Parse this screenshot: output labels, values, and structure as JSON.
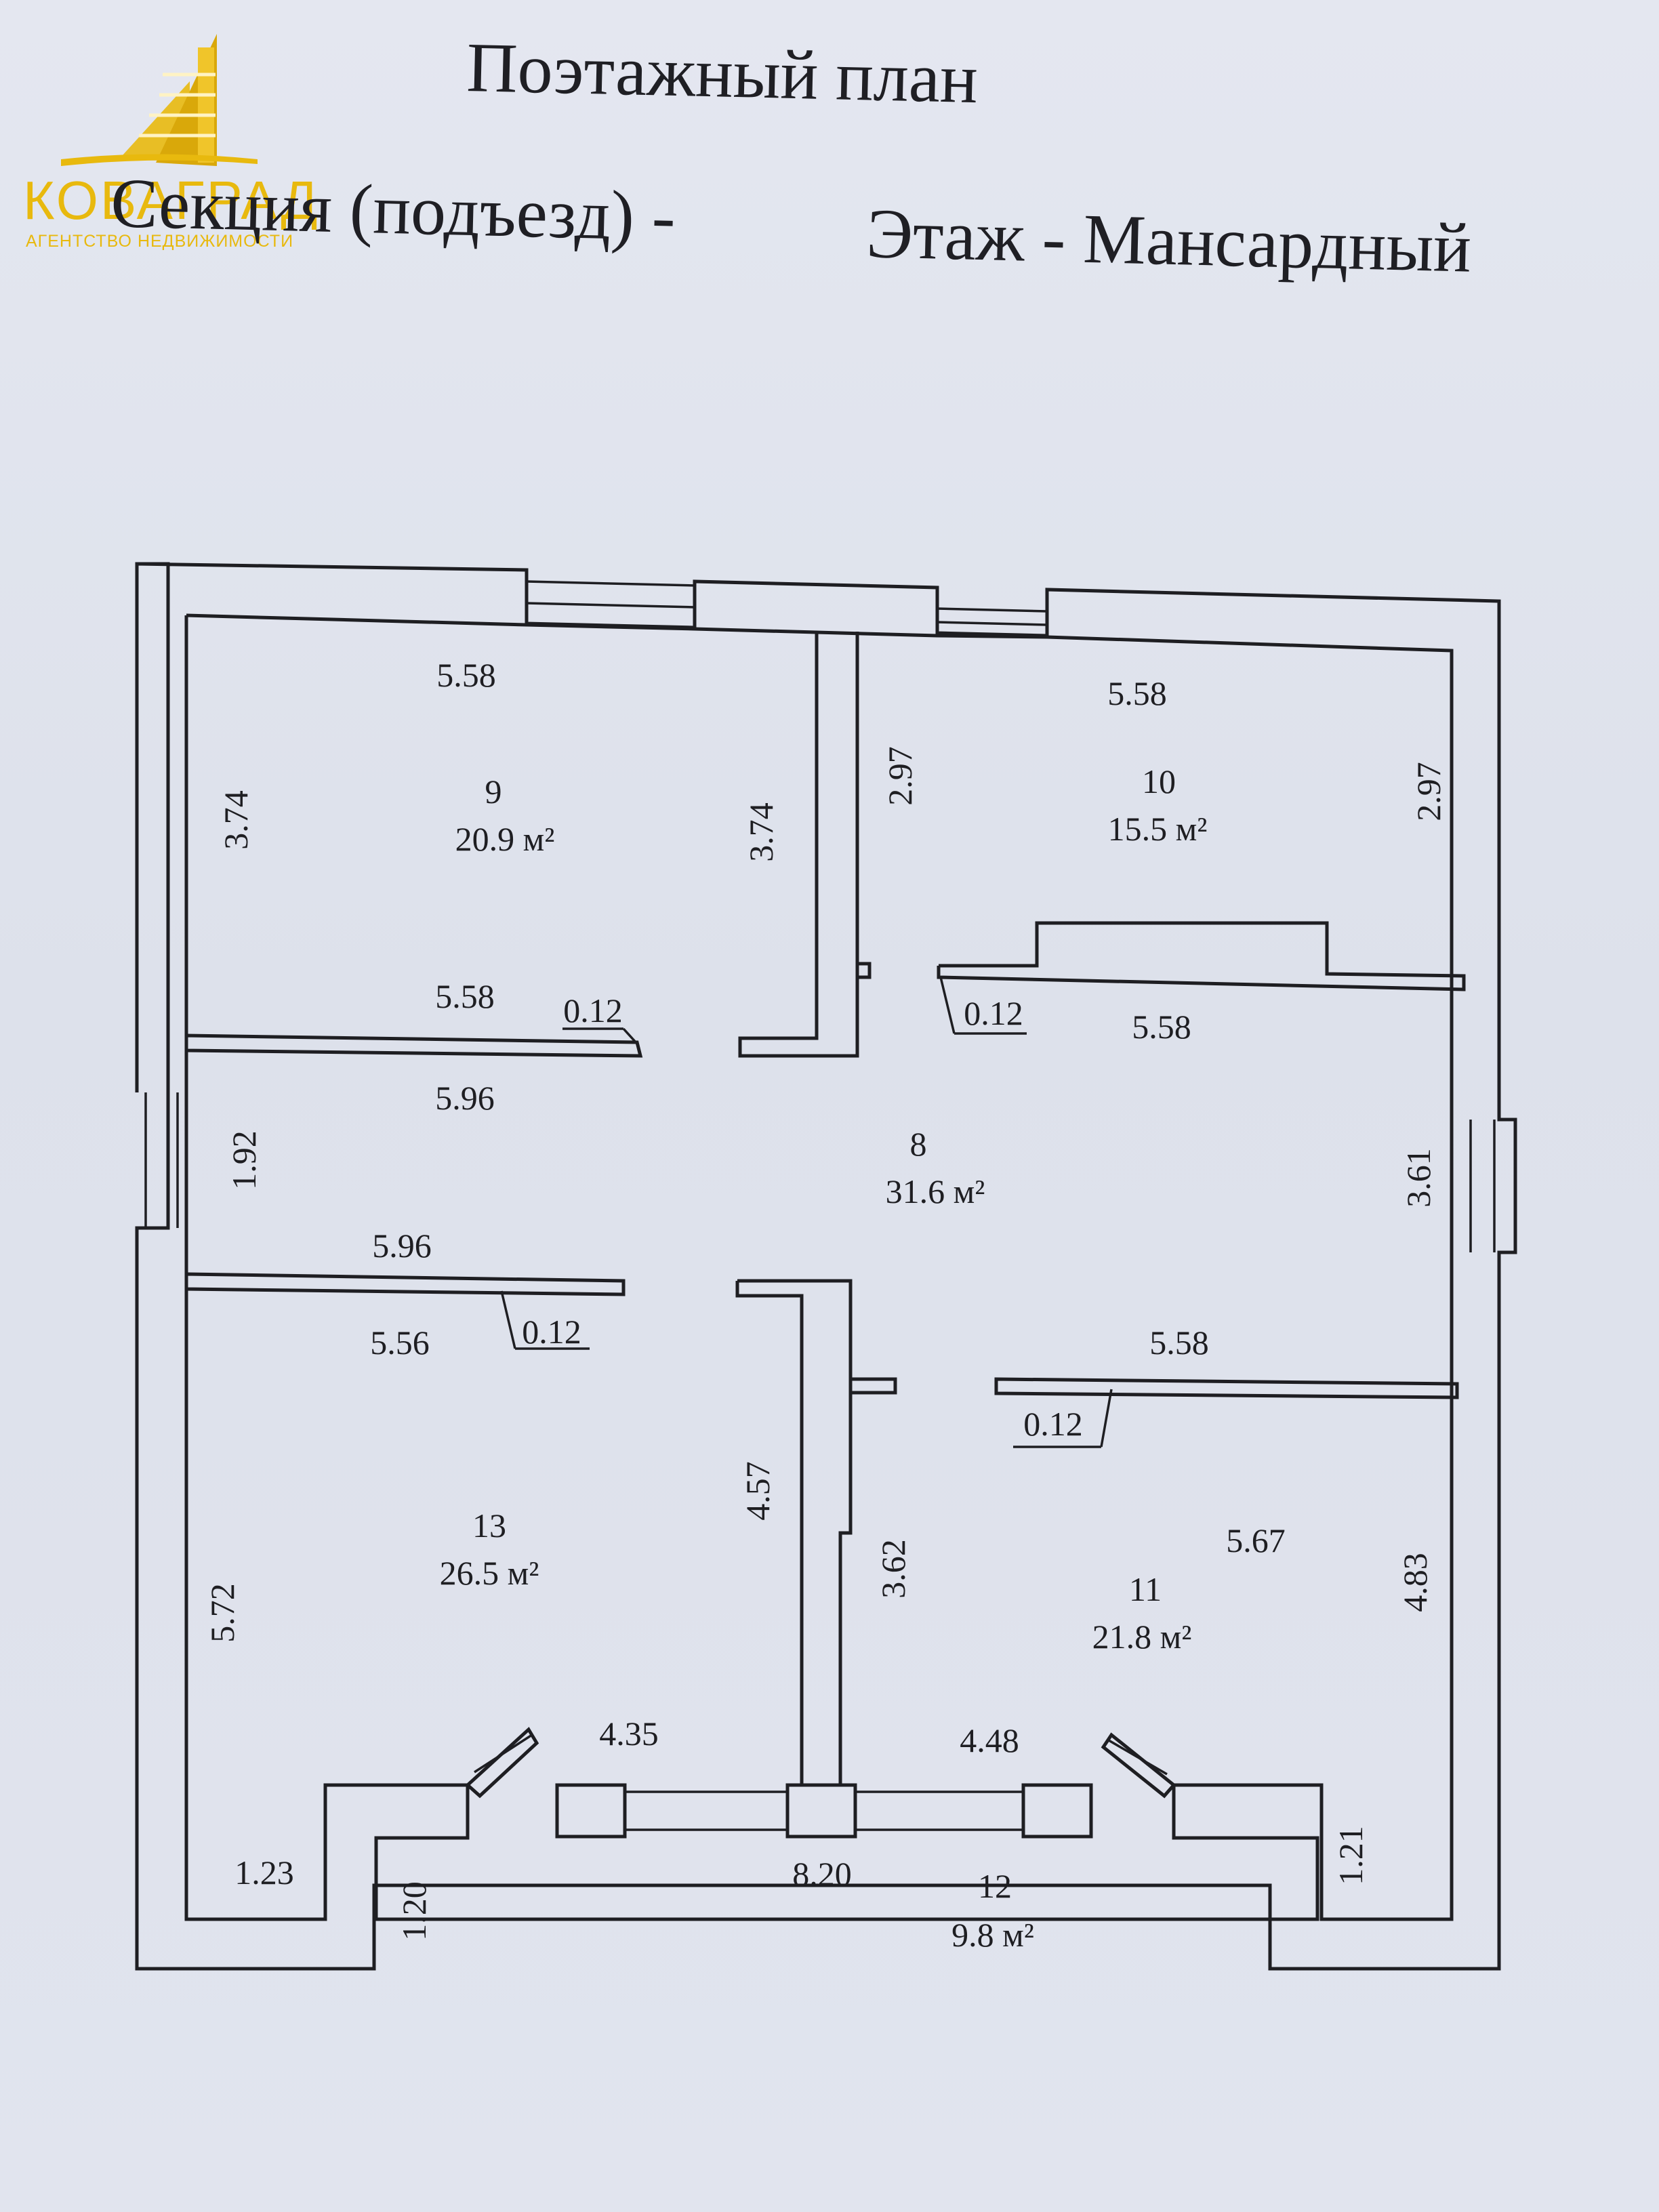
{
  "header": {
    "line1": "Поэтажный план",
    "line2_left": "Секция (подъезд) -",
    "line2_right": "Этаж - Мансардный"
  },
  "logo": {
    "name": "КОВАГРАД",
    "subtitle": "АГЕНТСТВО НЕДВИЖИМОСТИ",
    "color": "#e8b90e"
  },
  "rooms": [
    {
      "number": "9",
      "area": "20.9 м²"
    },
    {
      "number": "10",
      "area": "15.5 м²"
    },
    {
      "number": "8",
      "area": "31.6 м²"
    },
    {
      "number": "13",
      "area": "26.5 м²"
    },
    {
      "number": "11",
      "area": "21.8 м²"
    },
    {
      "number": "12",
      "area": "9.8 м²"
    }
  ],
  "dimensions": {
    "r9_top": "5.58",
    "r9_left": "3.74",
    "r9_right": "3.74",
    "r9_bottom": "5.58",
    "wall_a": "0.12",
    "r10_top": "5.58",
    "r10_left": "2.97",
    "r10_right": "2.97",
    "wall_b": "0.12",
    "r8_right_top": "5.58",
    "r8_left_top": "5.96",
    "r8_left": "1.92",
    "r8_left_bottom": "5.96",
    "r8_right": "3.61",
    "wall_c": "0.12",
    "r13_top": "5.56",
    "r13_right": "4.57",
    "r13_left": "5.72",
    "r13_corner": "1.23",
    "r13_step": "1.20",
    "r13_bottom": "4.35",
    "r11_top_wall": "5.58",
    "wall_d": "0.12",
    "r11_left": "3.62",
    "r11_top": "5.67",
    "r11_right": "4.83",
    "r11_bottom": "4.48",
    "r11_step": "1.21",
    "r12_width": "8.20"
  }
}
